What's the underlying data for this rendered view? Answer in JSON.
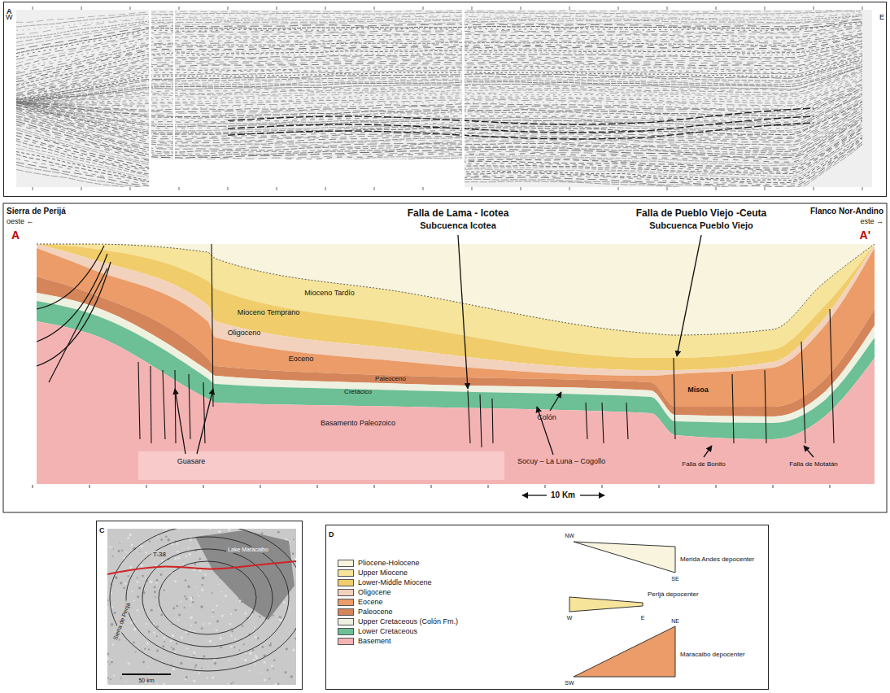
{
  "diagram": {
    "nodes": [
      {
        "text": [
          "A"
        ]
      },
      {
        "text": [
          "C"
        ]
      },
      {
        "text": [
          "D"
        ]
      }
    ],
    "labels": [
      "W",
      "E",
      "Sierra de Perijá",
      "oeste ←",
      "Flanco Nor-Andino",
      "este →",
      "A",
      "A'",
      "Falla de Lama - Icotea",
      "Subcuenca Icotea",
      "Falla de Pueblo Viejo -Ceuta",
      "Subcuenca Pueblo Viejo",
      "Mioceno Tardío",
      "Mioceno Temprano",
      "Oligoceno",
      "Eoceno",
      "Paleoceno",
      "Cretácico",
      "Basamento Paleozoico",
      "Guasare",
      "Colón",
      "Socuy – La Luna – Cogollo",
      "Misoa",
      "Falla de Bonito",
      "Falla de Motatán",
      "10 Km",
      "T-38",
      "Lake Maracaibo",
      "50 km",
      "NW",
      "SE",
      "Merida Andes depocenter",
      "W",
      "E",
      "Perijá depocenter",
      "NE",
      "SW",
      "Maracaibo depocenter",
      "Sierra de Perijá"
    ],
    "legend": [
      {
        "text": "Pliocene-Holocene",
        "color": "#f8f4de"
      },
      {
        "text": "Upper Miocene",
        "color": "#f6e49a"
      },
      {
        "text": "Lower-Middle Miocene",
        "color": "#f0cd6a"
      },
      {
        "text": "Oligocene",
        "color": "#f2d2bd"
      },
      {
        "text": "Eocene",
        "color": "#eb9c68"
      },
      {
        "text": "Paleocene",
        "color": "#d5855a"
      },
      {
        "text": "Upper Cretaceous (Colón Fm.)",
        "color": "#eef0e0"
      },
      {
        "text": "Lower Cretaceous",
        "color": "#6dbf95"
      },
      {
        "text": "Basement",
        "color": "#f4b3b3"
      }
    ]
  }
}
